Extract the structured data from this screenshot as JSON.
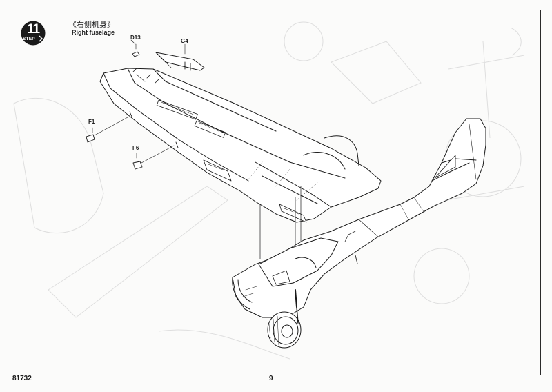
{
  "step": {
    "number": "11",
    "word": "STEP",
    "title_cn": "《右侧机身》",
    "title_en": "Right fuselage"
  },
  "parts": [
    {
      "id": "d13",
      "label": "D13"
    },
    {
      "id": "g4",
      "label": "G4"
    },
    {
      "id": "f1",
      "label": "F1"
    },
    {
      "id": "f6",
      "label": "F6"
    }
  ],
  "footer": {
    "kit_code": "81732",
    "page_number": "9"
  },
  "colors": {
    "ink": "#1a1a1a",
    "paper": "#fbfbfa",
    "faint": "#d9d9d9"
  }
}
